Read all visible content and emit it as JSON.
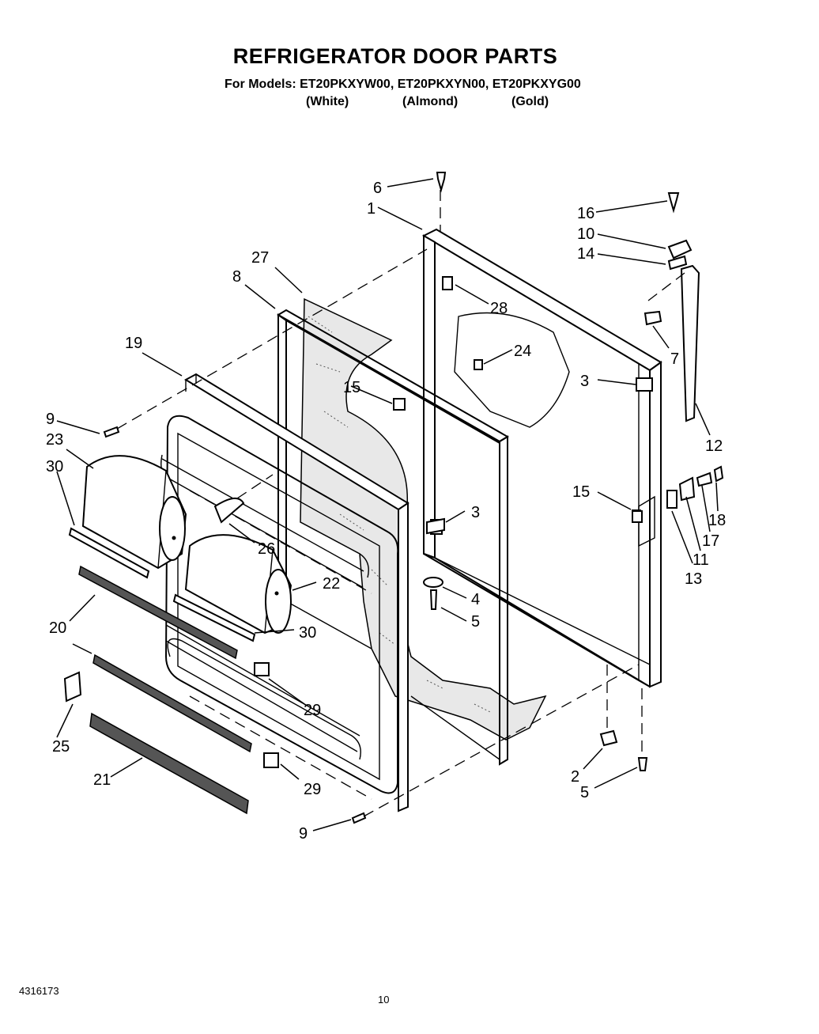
{
  "header": {
    "title": "REFRIGERATOR DOOR PARTS",
    "models_line": "For Models: ET20PKXYW00, ET20PKXYN00, ET20PKXYG00",
    "variants": [
      "(White)",
      "(Almond)",
      "(Gold)"
    ]
  },
  "footer": {
    "doc_number": "4316173",
    "page_number": "10"
  },
  "callouts": [
    "1",
    "2",
    "3",
    "3",
    "4",
    "5",
    "5",
    "6",
    "7",
    "8",
    "9",
    "9",
    "10",
    "11",
    "12",
    "13",
    "14",
    "15",
    "15",
    "16",
    "17",
    "18",
    "19",
    "20",
    "21",
    "22",
    "23",
    "24",
    "25",
    "26",
    "27",
    "28",
    "29",
    "29",
    "30",
    "30"
  ]
}
